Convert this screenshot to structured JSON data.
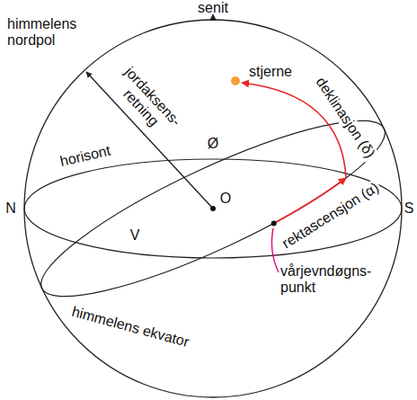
{
  "diagram": {
    "labels": [
      "senit",
      "himmelens nordpol",
      "jordaksens- retning",
      "stjerne",
      "deklinasjon (δ)",
      "Ø",
      "horisont",
      "N",
      "O",
      "S",
      "V",
      "rektascensjon (α)",
      "himmelens ekvator",
      "vårjevndøgns- punkt"
    ]
  }
}
